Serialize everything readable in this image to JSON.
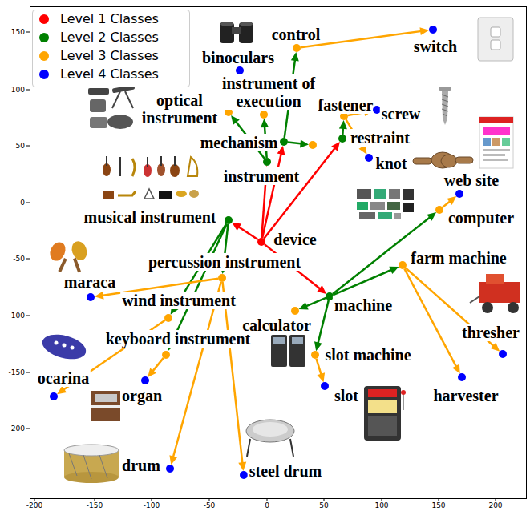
{
  "diagram": {
    "nodes": [
      {
        "text": [
          "device"
        ]
      },
      {
        "text": [
          "instrument"
        ]
      },
      {
        "text": [
          "mechanism"
        ]
      },
      {
        "text": [
          "restraint"
        ]
      },
      {
        "text": [
          "musical instrument"
        ]
      },
      {
        "text": [
          "machine"
        ]
      },
      {
        "text": [
          "optical instrument"
        ]
      },
      {
        "text": [
          "instrument of execution"
        ]
      },
      {
        "text": [
          "control"
        ]
      },
      {
        "text": [
          "fastener"
        ]
      },
      {
        "text": [
          "percussion instrument"
        ]
      },
      {
        "text": [
          "wind instrument"
        ]
      },
      {
        "text": [
          "keyboard instrument"
        ]
      },
      {
        "text": [
          "calculator"
        ]
      },
      {
        "text": [
          "slot machine"
        ]
      },
      {
        "text": [
          "farm machine"
        ]
      },
      {
        "text": [
          "computer"
        ]
      },
      {
        "text": [
          "binoculars"
        ]
      },
      {
        "text": [
          "switch"
        ]
      },
      {
        "text": [
          "screw"
        ]
      },
      {
        "text": [
          "knot"
        ]
      },
      {
        "text": [
          "maraca"
        ]
      },
      {
        "text": [
          "ocarina"
        ]
      },
      {
        "text": [
          "organ"
        ]
      },
      {
        "text": [
          "drum"
        ]
      },
      {
        "text": [
          "steel drum"
        ]
      },
      {
        "text": [
          "slot"
        ]
      },
      {
        "text": [
          "harvester"
        ]
      },
      {
        "text": [
          "thresher"
        ]
      },
      {
        "text": [
          "web site"
        ]
      }
    ],
    "edges": [
      {
        "from": 0,
        "to": 1,
        "arrow": "to"
      },
      {
        "from": 0,
        "to": 2,
        "arrow": "to"
      },
      {
        "from": 0,
        "to": 3,
        "arrow": "to"
      },
      {
        "from": 0,
        "to": 4,
        "arrow": "to"
      },
      {
        "from": 0,
        "to": 5,
        "arrow": "to"
      },
      {
        "from": 1,
        "to": 6,
        "arrow": "to"
      },
      {
        "from": 1,
        "to": 7,
        "arrow": "to"
      },
      {
        "from": 2,
        "to": 8,
        "arrow": "to"
      },
      {
        "from": 3,
        "to": 9,
        "arrow": "to"
      },
      {
        "from": 4,
        "to": 10,
        "arrow": "to"
      },
      {
        "from": 4,
        "to": 11,
        "arrow": "to"
      },
      {
        "from": 4,
        "to": 12,
        "arrow": "to"
      },
      {
        "from": 5,
        "to": 13,
        "arrow": "to"
      },
      {
        "from": 5,
        "to": 14,
        "arrow": "to"
      },
      {
        "from": 5,
        "to": 15,
        "arrow": "to"
      },
      {
        "from": 5,
        "to": 16,
        "arrow": "to"
      },
      {
        "from": 6,
        "to": 17,
        "arrow": "to"
      },
      {
        "from": 8,
        "to": 18,
        "arrow": "to"
      },
      {
        "from": 9,
        "to": 19,
        "arrow": "to"
      },
      {
        "from": 9,
        "to": 20,
        "arrow": "to"
      },
      {
        "from": 10,
        "to": 21,
        "arrow": "to"
      },
      {
        "from": 10,
        "to": 24,
        "arrow": "to"
      },
      {
        "from": 10,
        "to": 25,
        "arrow": "to"
      },
      {
        "from": 11,
        "to": 22,
        "arrow": "to"
      },
      {
        "from": 12,
        "to": 23,
        "arrow": "to"
      },
      {
        "from": 14,
        "to": 26,
        "arrow": "to"
      },
      {
        "from": 15,
        "to": 27,
        "arrow": "to"
      },
      {
        "from": 15,
        "to": 28,
        "arrow": "to"
      },
      {
        "from": 16,
        "to": 29,
        "arrow": "to"
      }
    ],
    "labels": [
      "-200",
      "-150",
      "-100",
      "-50",
      "0",
      "50",
      "100",
      "150",
      "200",
      "150",
      "100",
      "50",
      "0",
      "-50",
      "-100",
      "-150",
      "-200"
    ],
    "legend": [
      {
        "text": "Level 1 Classes",
        "color": "#ff0000"
      },
      {
        "text": "Level 2 Classes",
        "color": "#008000"
      },
      {
        "text": "Level 3 Classes",
        "color": "#ffa500"
      },
      {
        "text": "Level 4 Classes",
        "color": "#0000ff"
      }
    ]
  }
}
